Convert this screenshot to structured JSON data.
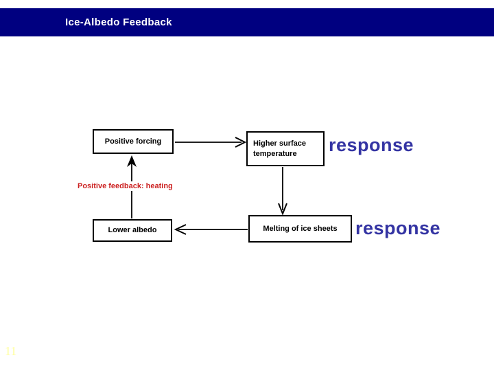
{
  "slide": {
    "title": "Ice-Albedo Feedback",
    "page_number": "11",
    "colors": {
      "title_bar_bg": "#000080",
      "title_text": "#ffffff",
      "box_border": "#000000",
      "box_text": "#000000",
      "feedback_label_text": "#cc2222",
      "response_text": "#3434a3",
      "page_number_text": "#ffff99",
      "background": "#ffffff"
    }
  },
  "diagram": {
    "boxes": {
      "positive_forcing": {
        "label": "Positive forcing"
      },
      "higher_surface_temperature": {
        "line1": "Higher surface",
        "line2": "temperature"
      },
      "melting_of_ice_sheets": {
        "label": "Melting of ice sheets"
      },
      "lower_albedo": {
        "label": "Lower albedo"
      }
    },
    "feedback_label": "Positive feedback: heating",
    "response_top": "response",
    "response_bottom": "response",
    "arrows": [
      {
        "name": "forcing-to-temperature",
        "direction": "right"
      },
      {
        "name": "temperature-to-melting",
        "direction": "down"
      },
      {
        "name": "melting-to-albedo",
        "direction": "left"
      },
      {
        "name": "albedo-to-forcing",
        "direction": "up"
      }
    ]
  }
}
